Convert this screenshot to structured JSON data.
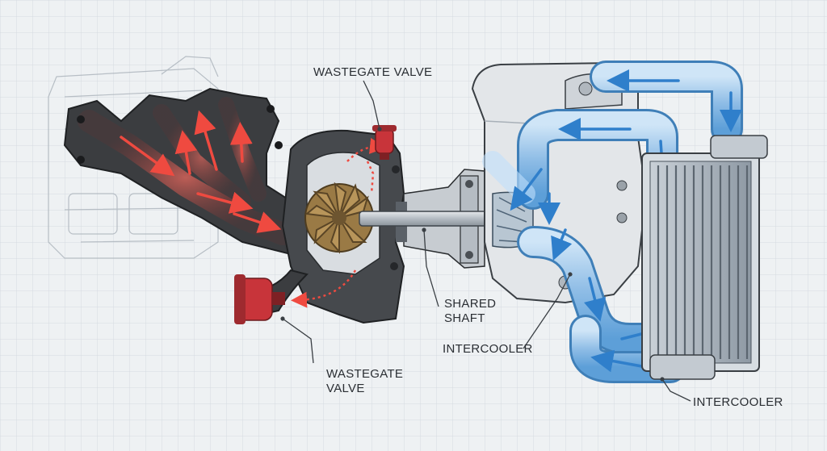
{
  "labels": {
    "wastegate_top": "WASTEGATE VALVE",
    "wastegate_bottom": [
      "WASTEGATE",
      "VALVE"
    ],
    "shared_shaft": [
      "SHARED",
      "SHAFT"
    ],
    "intercooler_center": "INTERCOOLER",
    "intercooler_right": "INTERCOOLER"
  },
  "colors": {
    "background": "#eef1f3",
    "grid": "#d5dbe0",
    "exhaust_manifold": "#3b3d40",
    "exhaust_flow": "#e4433c",
    "turbine_housing": "#46494d",
    "wastegate_actuator": "#c8343a",
    "compressor_housing": "#e3e6e9",
    "intake_pipe": "#8fbde6",
    "intake_arrow": "#3f8fd6",
    "intercooler_core": "#9ba6b1",
    "shaft": "#a9b0b7",
    "turbine_wheel": "#9a7a45"
  },
  "icons": [
    "exhaust-manifold-icon",
    "turbine-wheel-icon",
    "compressor-wheel-icon",
    "wastegate-actuator-icon",
    "intercooler-icon",
    "engine-outline-icon"
  ]
}
